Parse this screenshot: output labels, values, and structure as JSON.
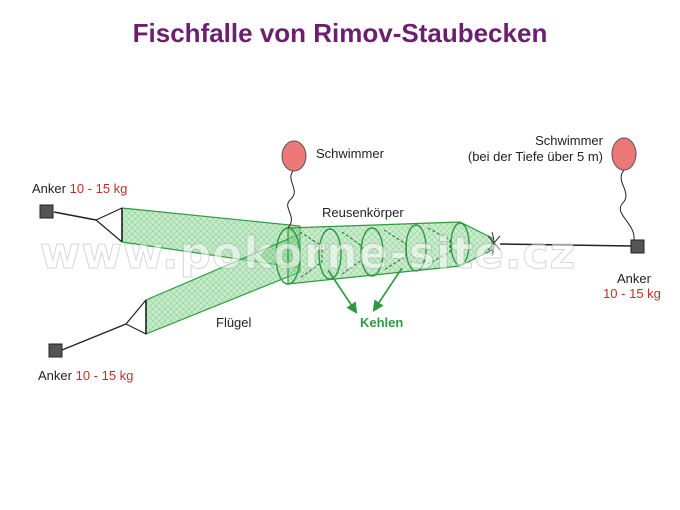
{
  "title": "Fischfalle von Rimov-Staubecken",
  "labels": {
    "anchor_top_left": {
      "name": "Anker",
      "weight": "10 - 15 kg"
    },
    "anchor_bottom_left": {
      "name": "Anker",
      "weight": "10 - 15 kg"
    },
    "anchor_right": {
      "name": "Anker",
      "weight": "10 - 15 kg"
    },
    "float_left": "Schwimmer",
    "float_right_line1": "Schwimmer",
    "float_right_line2": "(bei der Tiefe über 5 m)",
    "net_body": "Reusenkörper",
    "wing": "Flügel",
    "throats": "Kehlen"
  },
  "watermark": "www.pokorne-site.cz",
  "colors": {
    "title": "#6b1f6e",
    "net_green": "#2e9a3e",
    "net_fill": "#7fd08a",
    "float": "#ec7878",
    "anchor": "#555555",
    "weight_text": "#c0302a"
  },
  "icons": [
    "anchor-block-icon",
    "float-buoy-icon"
  ]
}
